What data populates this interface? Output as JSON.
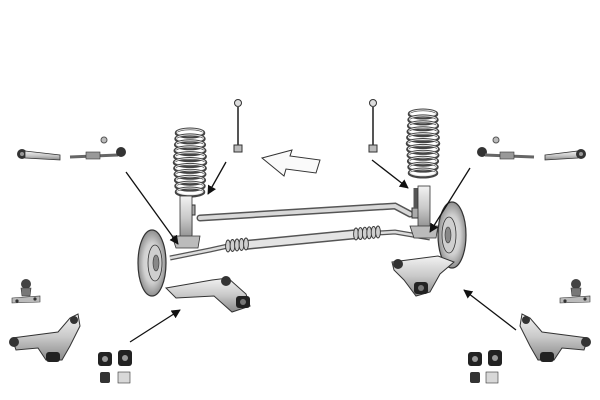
{
  "diagram": {
    "background": "#ffffff",
    "palette": {
      "outline": "#222222",
      "steel_light": "#e6e6e6",
      "steel_mid": "#bdbdbd",
      "steel_dark": "#7a7a7a",
      "bushing": "#1a1a1a",
      "bolt": "#b0b0b0",
      "arrow": "#111111"
    },
    "parts": [
      "front-direction-arrow",
      "left-coil-spring",
      "right-coil-spring",
      "left-stabilizer-link",
      "right-stabilizer-link",
      "left-tie-rod-end",
      "left-inner-tie-rod",
      "right-inner-tie-rod",
      "right-tie-rod-end",
      "stabilizer-bar",
      "steering-rack-boots",
      "left-brake-disc",
      "right-brake-disc",
      "left-lower-control-arm",
      "right-lower-control-arm",
      "left-spare-control-arm",
      "right-spare-control-arm",
      "left-ball-joint",
      "right-ball-joint",
      "left-bushing-set",
      "right-bushing-set",
      "pointer-arrows"
    ]
  }
}
